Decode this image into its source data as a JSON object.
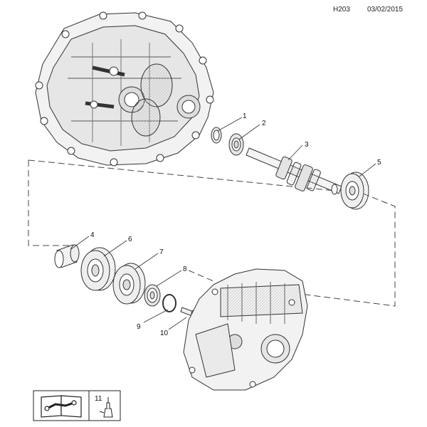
{
  "header": {
    "code": "H203",
    "date": "03/02/2015"
  },
  "callouts": [
    "1",
    "2",
    "3",
    "5",
    "4",
    "6",
    "7",
    "8",
    "9",
    "10"
  ],
  "legend": {
    "number": "11"
  },
  "icons": {
    "manual": "book-wrench-icon",
    "lubricant": "oil-bottle-icon"
  }
}
